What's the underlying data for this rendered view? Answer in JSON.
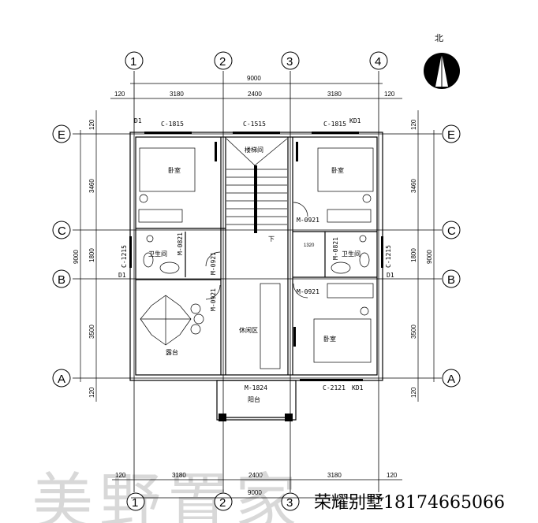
{
  "north_label": "北",
  "axes": {
    "vertical": [
      "1",
      "2",
      "3",
      "4"
    ],
    "horizontal": [
      "E",
      "C",
      "B",
      "A"
    ]
  },
  "dims": {
    "top_total": "9000",
    "bottom_total": "9000",
    "top_segments": [
      "120",
      "3180",
      "2400",
      "3180",
      "120"
    ],
    "bottom_segments": [
      "120",
      "3180",
      "2400",
      "3180",
      "120"
    ],
    "left_total": "9000",
    "right_total": "9000",
    "left_segments": [
      "120",
      "3460",
      "1800",
      "3500",
      "120"
    ],
    "right_segments": [
      "120",
      "3460",
      "1800",
      "3500",
      "120"
    ],
    "corridor": "1320"
  },
  "windows": {
    "c1815_left": "C-1815",
    "c1515": "C-1515",
    "c1815_right": "C-1815",
    "c1215_left": "C-1215",
    "c1215_right": "C-1215",
    "c2121": "C-2121",
    "kd1_top": "KD1",
    "kd1_bottom": "KD1",
    "d1_top": "D1",
    "d1_left": "D1",
    "d1_right": "D1"
  },
  "doors": {
    "m0921_a": "M-0921",
    "m0921_b": "M-0921",
    "m0921_c": "M-0921",
    "m0921_d": "M-0921",
    "m0821_a": "M-0821",
    "m0821_b": "M-0821",
    "m1824": "M-1824"
  },
  "rooms": {
    "bed_nw": "卧室",
    "stair": "楼梯间",
    "bed_ne": "卧室",
    "bath_w": "卫生间",
    "bath_e": "卫生间",
    "terrace": "露台",
    "lounge": "休闲区",
    "bed_se": "卧室",
    "balcony": "阳台",
    "down": "下"
  },
  "watermark": "美野置家",
  "brand": "荣耀别墅18174665066"
}
